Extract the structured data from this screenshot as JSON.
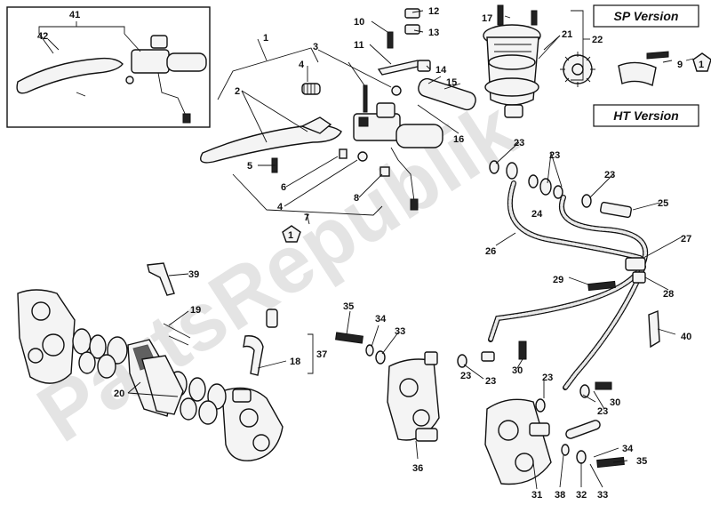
{
  "watermark": "PartsRepublik",
  "versions": {
    "sp": "SP Version",
    "ht": "HT Version"
  },
  "pentagon_refs": [
    "1",
    "1"
  ],
  "callouts": [
    "1",
    "2",
    "3",
    "4",
    "4",
    "5",
    "6",
    "7",
    "8",
    "9",
    "10",
    "11",
    "12",
    "13",
    "14",
    "15",
    "16",
    "17",
    "18",
    "19",
    "20",
    "21",
    "22",
    "23",
    "23",
    "23",
    "23",
    "23",
    "23",
    "23",
    "24",
    "25",
    "26",
    "27",
    "28",
    "29",
    "30",
    "30",
    "31",
    "32",
    "33",
    "33",
    "34",
    "34",
    "35",
    "35",
    "36",
    "37",
    "38",
    "39",
    "40",
    "41",
    "42"
  ]
}
